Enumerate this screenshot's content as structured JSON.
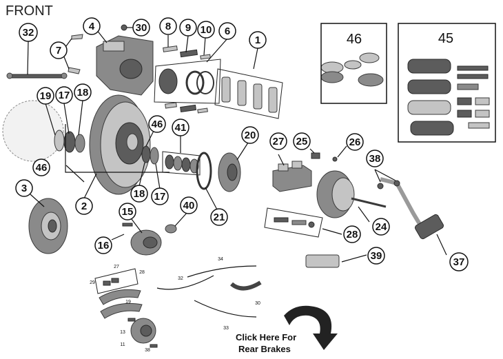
{
  "title": "FRONT",
  "callouts": [
    "32",
    "4",
    "30",
    "8",
    "9",
    "10",
    "6",
    "1",
    "7",
    "19",
    "17",
    "18",
    "46",
    "41",
    "20",
    "3",
    "2",
    "18",
    "17",
    "15",
    "40",
    "21",
    "16",
    "27",
    "25",
    "26",
    "38",
    "28",
    "24",
    "39",
    "37"
  ],
  "small_labels": [
    "27",
    "29",
    "28",
    "19",
    "13",
    "11",
    "38",
    "32",
    "34",
    "30",
    "33"
  ],
  "boxes": {
    "bearings_box_number": "46",
    "pads_box_number": "45"
  },
  "rear_link": {
    "line1": "Click Here For",
    "line2": "Rear Brakes"
  }
}
